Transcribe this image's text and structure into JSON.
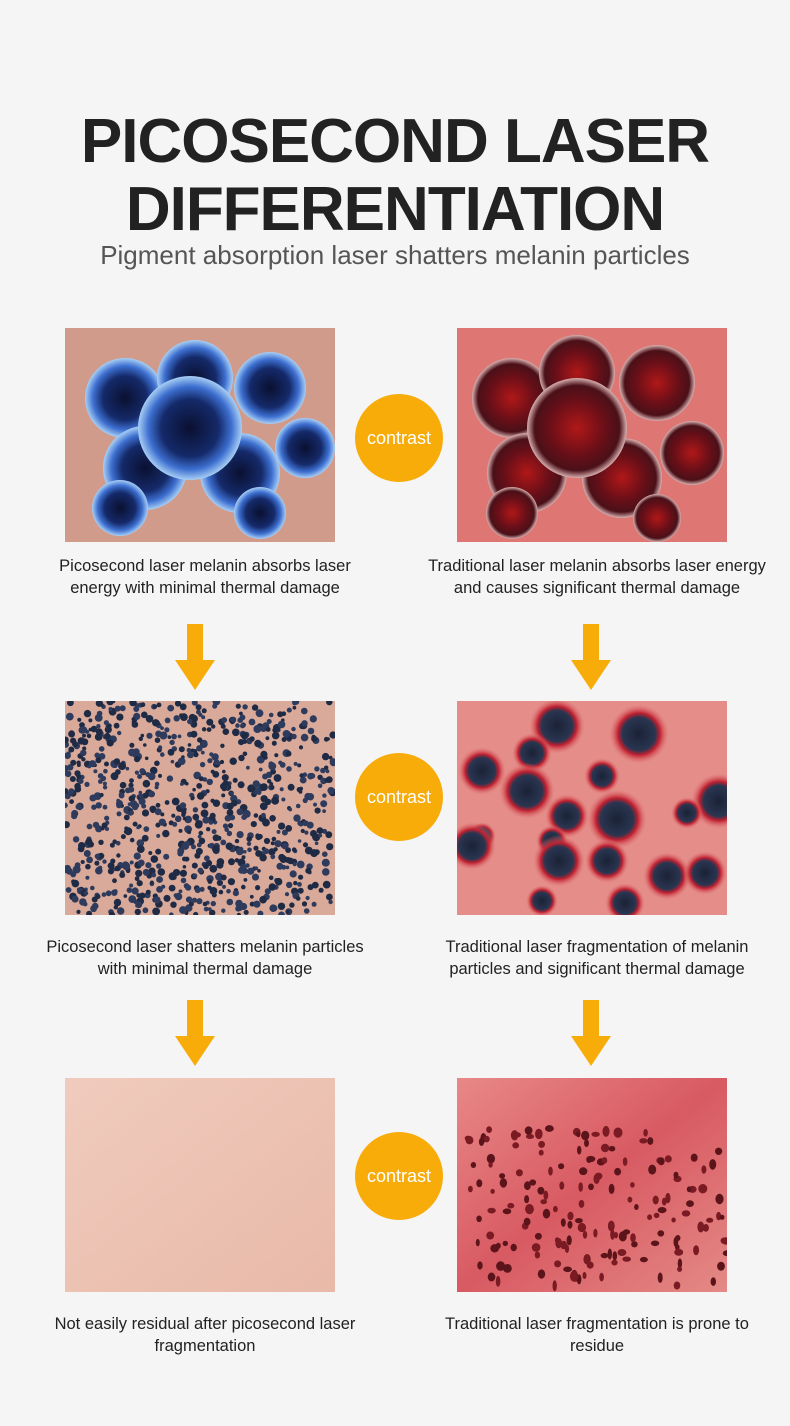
{
  "header": {
    "title_line1": "PICOSECOND LASER",
    "title_line2": "DIFFERENTIATION",
    "subtitle": "Pigment absorption laser shatters melanin particles"
  },
  "rows": [
    {
      "left_caption": "Picosecond laser melanin absorbs laser energy with minimal thermal damage",
      "right_caption": "Traditional laser melanin absorbs laser energy and causes significant thermal damage",
      "badge": "contrast"
    },
    {
      "left_caption": "Picosecond laser shatters melanin particles with minimal thermal damage",
      "right_caption": "Traditional laser fragmentation of melanin particles and significant thermal damage",
      "badge": "contrast"
    },
    {
      "left_caption": "Not easily residual after picosecond laser fragmentation",
      "right_caption": "Traditional laser fragmentation is prone to residue",
      "badge": "contrast"
    }
  ],
  "colors": {
    "badge": "#f8ac0a",
    "arrow": "#f8ac0a",
    "background": "#f5f5f5"
  }
}
